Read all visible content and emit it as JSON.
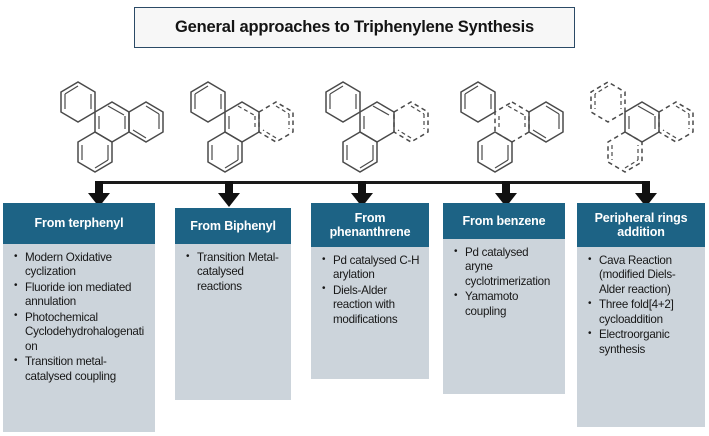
{
  "title": {
    "text": "General approaches to Triphenylene Synthesis"
  },
  "colors": {
    "header_teal": "#1d6385",
    "panel_gray": "#ccd4db",
    "title_border": "#2b4a66",
    "title_fill": "#f7f7f7",
    "arrow_black": "#111111",
    "bond_gray": "#4a4a4a"
  },
  "structures": [
    {
      "name": "triphenylene",
      "caption_note": "triphenylene, all rings solid"
    },
    {
      "name": "biphenyl-with-forming-ring",
      "caption_note": "biphenyl with dashed forming ring"
    },
    {
      "name": "phenanthrene-with-forming-ring",
      "caption_note": "phenanthrene with dashed forming ring"
    },
    {
      "name": "benzene-rings-with-dashed-core",
      "caption_note": "three benzene rings with dashed central ring"
    },
    {
      "name": "core-with-dashed-peripheral-rings",
      "caption_note": "solid central ring with three dashed peripheral rings"
    }
  ],
  "columns": [
    {
      "id": "from-terphenyl",
      "header": "From terphenyl",
      "items": [
        "Modern Oxidative cyclization",
        "Fluoride ion mediated annulation",
        "Photochemical Cyclodehydrohalogenation",
        "Transition metal-catalysed coupling"
      ]
    },
    {
      "id": "from-biphenyl",
      "header": "From Biphenyl",
      "items": [
        "Transition Metal-catalysed reactions"
      ]
    },
    {
      "id": "from-phenanthrene",
      "header": "From phenanthrene",
      "items": [
        "Pd catalysed C-H arylation",
        "Diels-Alder reaction with modifications"
      ]
    },
    {
      "id": "from-benzene",
      "header": "From benzene",
      "items": [
        "Pd catalysed aryne cyclotrimerization",
        "Yamamoto coupling"
      ]
    },
    {
      "id": "peripheral-rings-addition",
      "header": "Peripheral rings addition",
      "items": [
        "Cava Reaction (modified Diels-Alder reaction)",
        "Three fold[4+2] cycloaddition",
        "Electroorganic synthesis"
      ]
    }
  ]
}
